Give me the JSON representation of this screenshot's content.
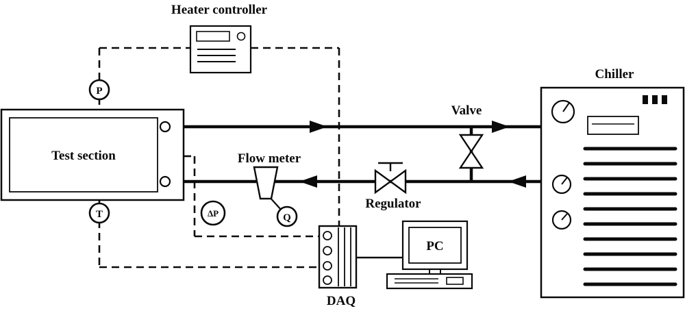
{
  "diagram": {
    "labels": {
      "heater_controller": "Heater controller",
      "test_section": "Test section",
      "flow_meter": "Flow meter",
      "valve": "Valve",
      "regulator": "Regulator",
      "chiller": "Chiller",
      "pc": "PC",
      "daq": "DAQ"
    },
    "sensors": {
      "pressure": "P",
      "temperature": "T",
      "differential_pressure": "ΔP",
      "flow_rate": "Q"
    },
    "colors": {
      "ink": "#000000",
      "background": "#ffffff"
    },
    "line_styles": {
      "flow_line": "thick solid with arrowheads",
      "signal_line": "dashed"
    }
  }
}
